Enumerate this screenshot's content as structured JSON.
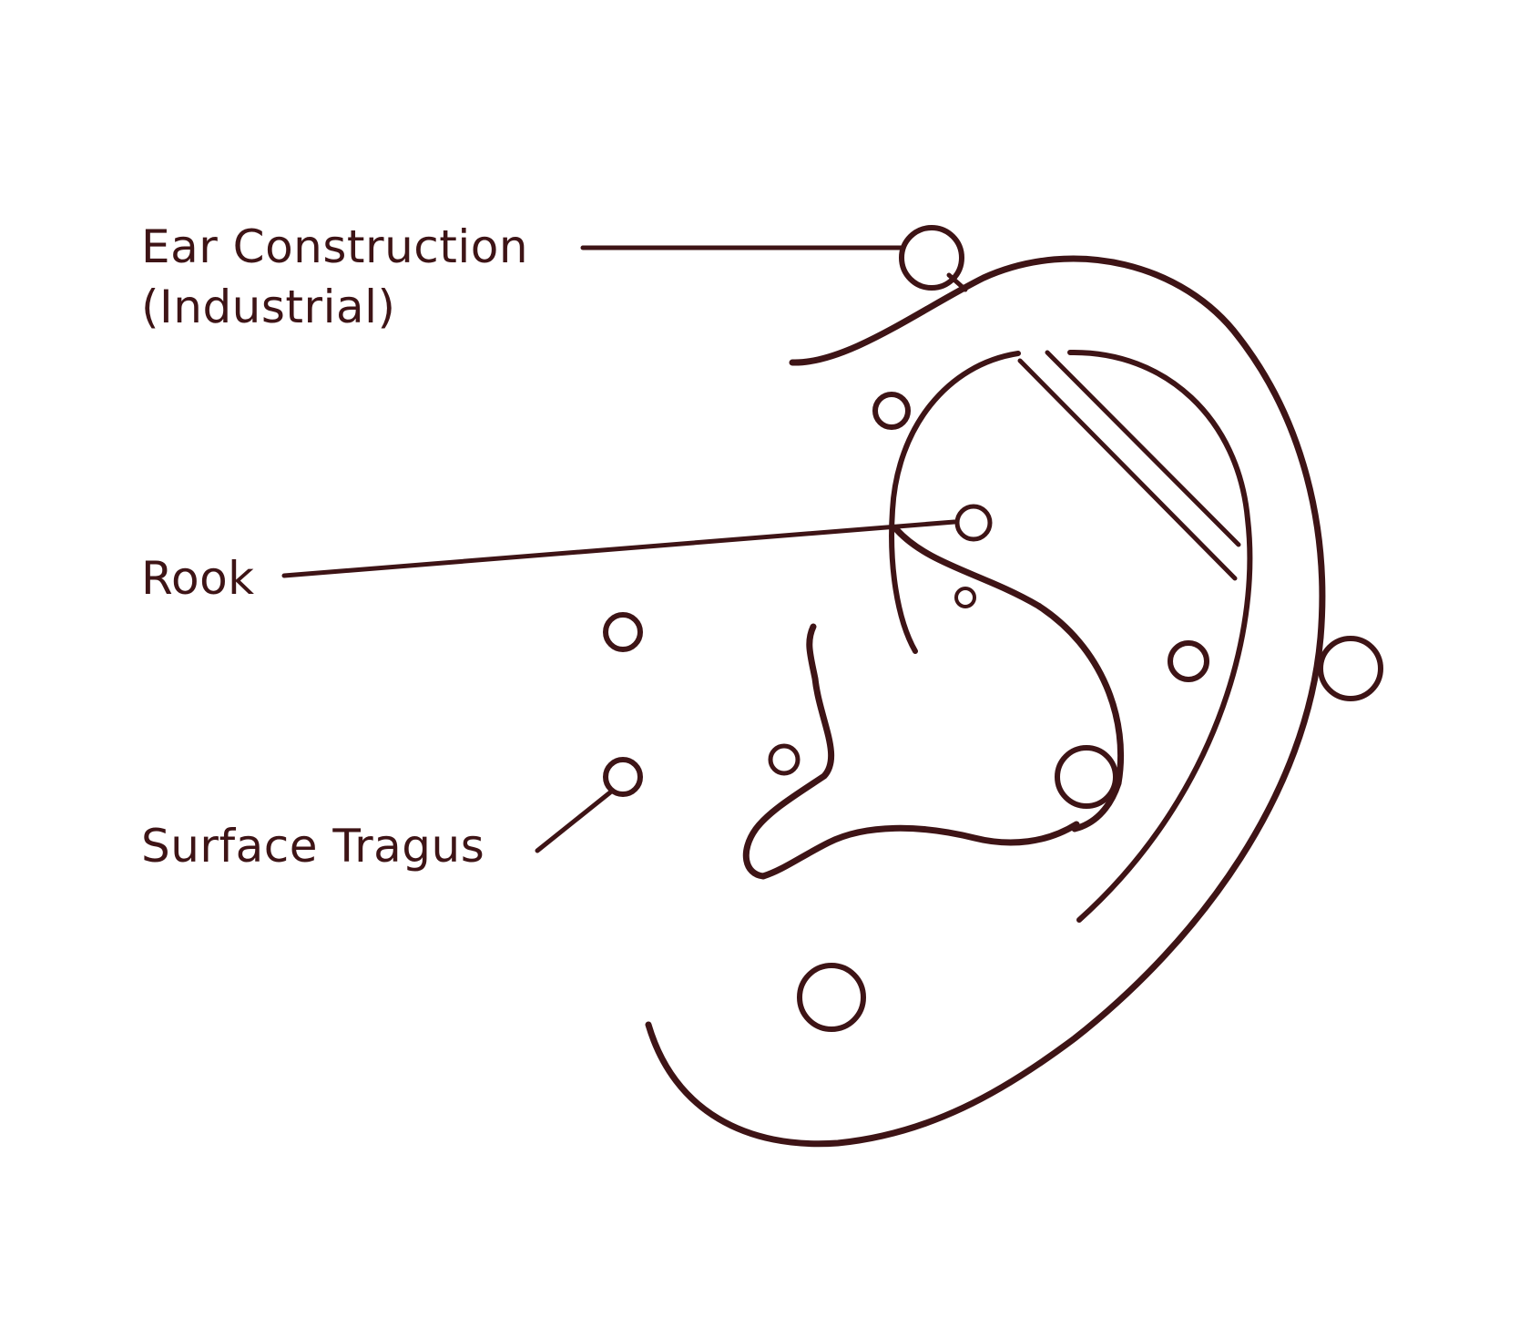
{
  "colors": {
    "ink": "#3e1416",
    "background": "#ffffff"
  },
  "labels": {
    "industrial": {
      "line1": "Ear Construction",
      "line2": "(Industrial)"
    },
    "rook": "Rook",
    "surface_tragus": "Surface Tragus"
  }
}
